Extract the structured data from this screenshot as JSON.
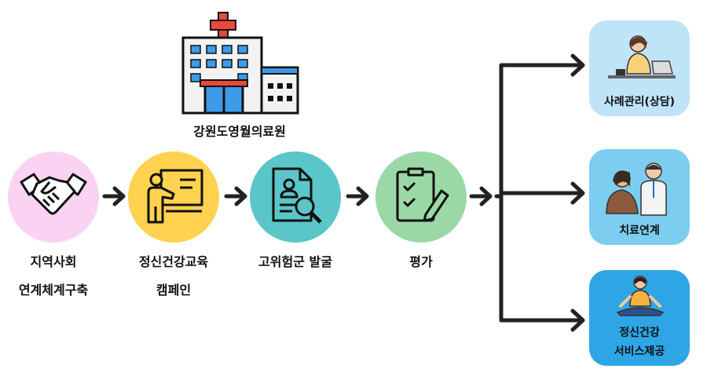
{
  "hospital": {
    "name": "강원도영월의료원"
  },
  "steps": [
    {
      "label_line1": "지역사회",
      "label_line2": "연계체계구축",
      "icon": "handshake-icon",
      "color": "#fbd3f2"
    },
    {
      "label_line1": "정신건강교육",
      "label_line2": "캠페인",
      "icon": "teacher-board-icon",
      "color": "#ffd34f"
    },
    {
      "label_line1": "고위험군 발굴",
      "label_line2": "",
      "icon": "document-search-icon",
      "color": "#5bc6c9"
    },
    {
      "label_line1": "평가",
      "label_line2": "",
      "icon": "checklist-icon",
      "color": "#9ad9a6"
    }
  ],
  "outcomes": [
    {
      "label_line1": "사례관리(상담)",
      "label_line2": "",
      "icon": "phone-counselor-icon",
      "color": "#bfe3f7"
    },
    {
      "label_line1": "치료연계",
      "label_line2": "",
      "icon": "doctor-patient-icon",
      "color": "#7ccdf0"
    },
    {
      "label_line1": "정신건강",
      "label_line2": "서비스제공",
      "icon": "meditation-icon",
      "color": "#2ea6e6"
    }
  ]
}
